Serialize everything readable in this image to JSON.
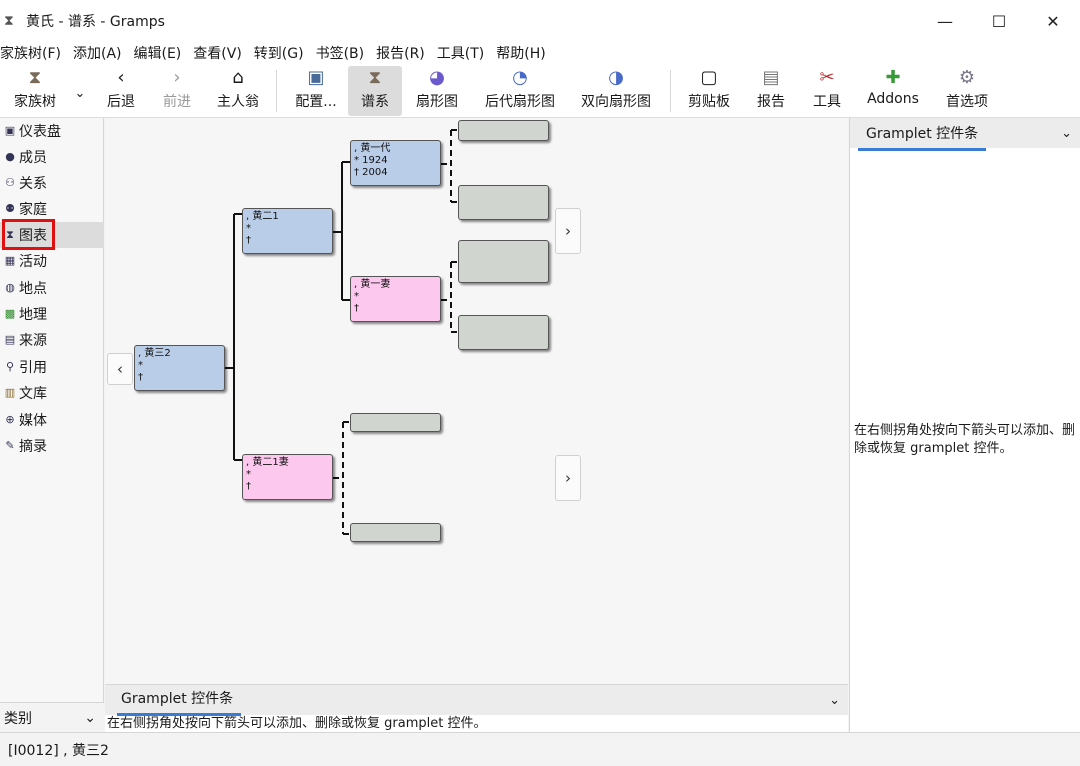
{
  "window": {
    "title": "黄氏 - 谱系 - Gramps",
    "minimize": "—",
    "maximize": "☐",
    "close": "✕"
  },
  "menu": [
    "家族树(F)",
    "添加(A)",
    "编辑(E)",
    "查看(V)",
    "转到(G)",
    "书签(B)",
    "报告(R)",
    "工具(T)",
    "帮助(H)"
  ],
  "toolbar": {
    "family_tree": "家族树",
    "back": "后退",
    "forward": "前进",
    "home": "主人翁",
    "configure": "配置...",
    "pedigree": "谱系",
    "fan_chart": "扇形图",
    "desc_fan": "后代扇形图",
    "two_way_fan": "双向扇形图",
    "clipboard": "剪贴板",
    "reports": "报告",
    "tools": "工具",
    "addons": "Addons",
    "preferences": "首选项"
  },
  "sidebar": {
    "items": [
      {
        "label": "仪表盘",
        "icon": "dashboard-icon"
      },
      {
        "label": "成员",
        "icon": "person-icon"
      },
      {
        "label": "关系",
        "icon": "relationships-icon"
      },
      {
        "label": "家庭",
        "icon": "family-icon"
      },
      {
        "label": "图表",
        "icon": "chart-icon"
      },
      {
        "label": "活动",
        "icon": "events-icon"
      },
      {
        "label": "地点",
        "icon": "places-icon"
      },
      {
        "label": "地理",
        "icon": "geography-icon"
      },
      {
        "label": "来源",
        "icon": "sources-icon"
      },
      {
        "label": "引用",
        "icon": "citations-icon"
      },
      {
        "label": "文库",
        "icon": "repositories-icon"
      },
      {
        "label": "媒体",
        "icon": "media-icon"
      },
      {
        "label": "摘录",
        "icon": "notes-icon"
      }
    ],
    "active_index": 4,
    "category": "类别"
  },
  "pedigree": {
    "people": [
      {
        "id": "p-huangsan2",
        "name": ", 黄三2",
        "birth": "*",
        "death": "†",
        "gender": "male"
      },
      {
        "id": "p-huanger1",
        "name": ", 黄二1",
        "birth": "*",
        "death": "†",
        "gender": "male"
      },
      {
        "id": "p-huanger1wife",
        "name": ", 黄二1妻",
        "birth": "*",
        "death": "†",
        "gender": "female"
      },
      {
        "id": "p-huangyidai",
        "name": ", 黄一代",
        "birth": "* 1924",
        "death": "† 2004",
        "gender": "male"
      },
      {
        "id": "p-huangyiqi",
        "name": ", 黄一妻",
        "birth": "*",
        "death": "†",
        "gender": "female"
      }
    ]
  },
  "gramplet_bottom": {
    "tab": "Gramplet 控件条",
    "message": "在右侧拐角处按向下箭头可以添加、删除或恢复 gramplet 控件。"
  },
  "gramplet_right": {
    "tab": "Gramplet 控件条",
    "message": "在右侧拐角处按向下箭头可以添加、删除或恢复 gramplet 控件。"
  },
  "status": "[I0012] , 黄三2"
}
